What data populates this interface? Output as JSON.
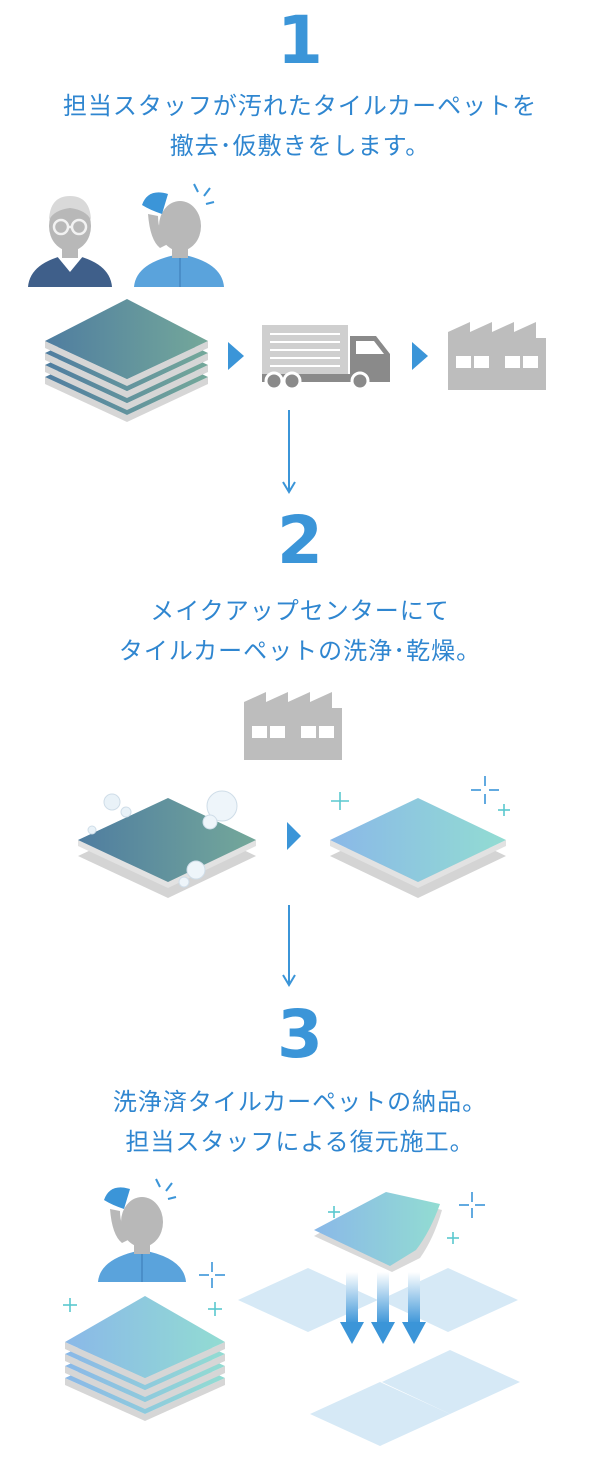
{
  "colors": {
    "accent": "#3b95d8",
    "text_blue": "#2f86d0",
    "gray": "#b8b8b8",
    "dark_gray": "#8a8a8a",
    "navy": "#3f5f8a",
    "sky": "#5aa3dc"
  },
  "steps": [
    {
      "number": "1",
      "caption_lines": [
        "担当スタッフが汚れたタイルカーペットを",
        "撤去･仮敷きをします。"
      ]
    },
    {
      "number": "2",
      "caption_lines": [
        "メイクアップセンターにて",
        "タイルカーペットの洗浄･乾燥。"
      ]
    },
    {
      "number": "3",
      "caption_lines": [
        "洗浄済タイルカーペットの納品。",
        "担当スタッフによる復元施工。"
      ]
    }
  ],
  "icons": {
    "step1": [
      "elder-staff-icon",
      "staff-bowing-icon",
      "dirty-carpet-stack-icon",
      "truck-icon",
      "factory-icon"
    ],
    "step2": [
      "factory-icon",
      "washing-carpet-icon",
      "clean-carpet-icon",
      "sparkle-icon"
    ],
    "step3": [
      "staff-bowing-icon",
      "clean-carpet-stack-icon",
      "carpet-install-icon",
      "sparkle-icon"
    ]
  }
}
